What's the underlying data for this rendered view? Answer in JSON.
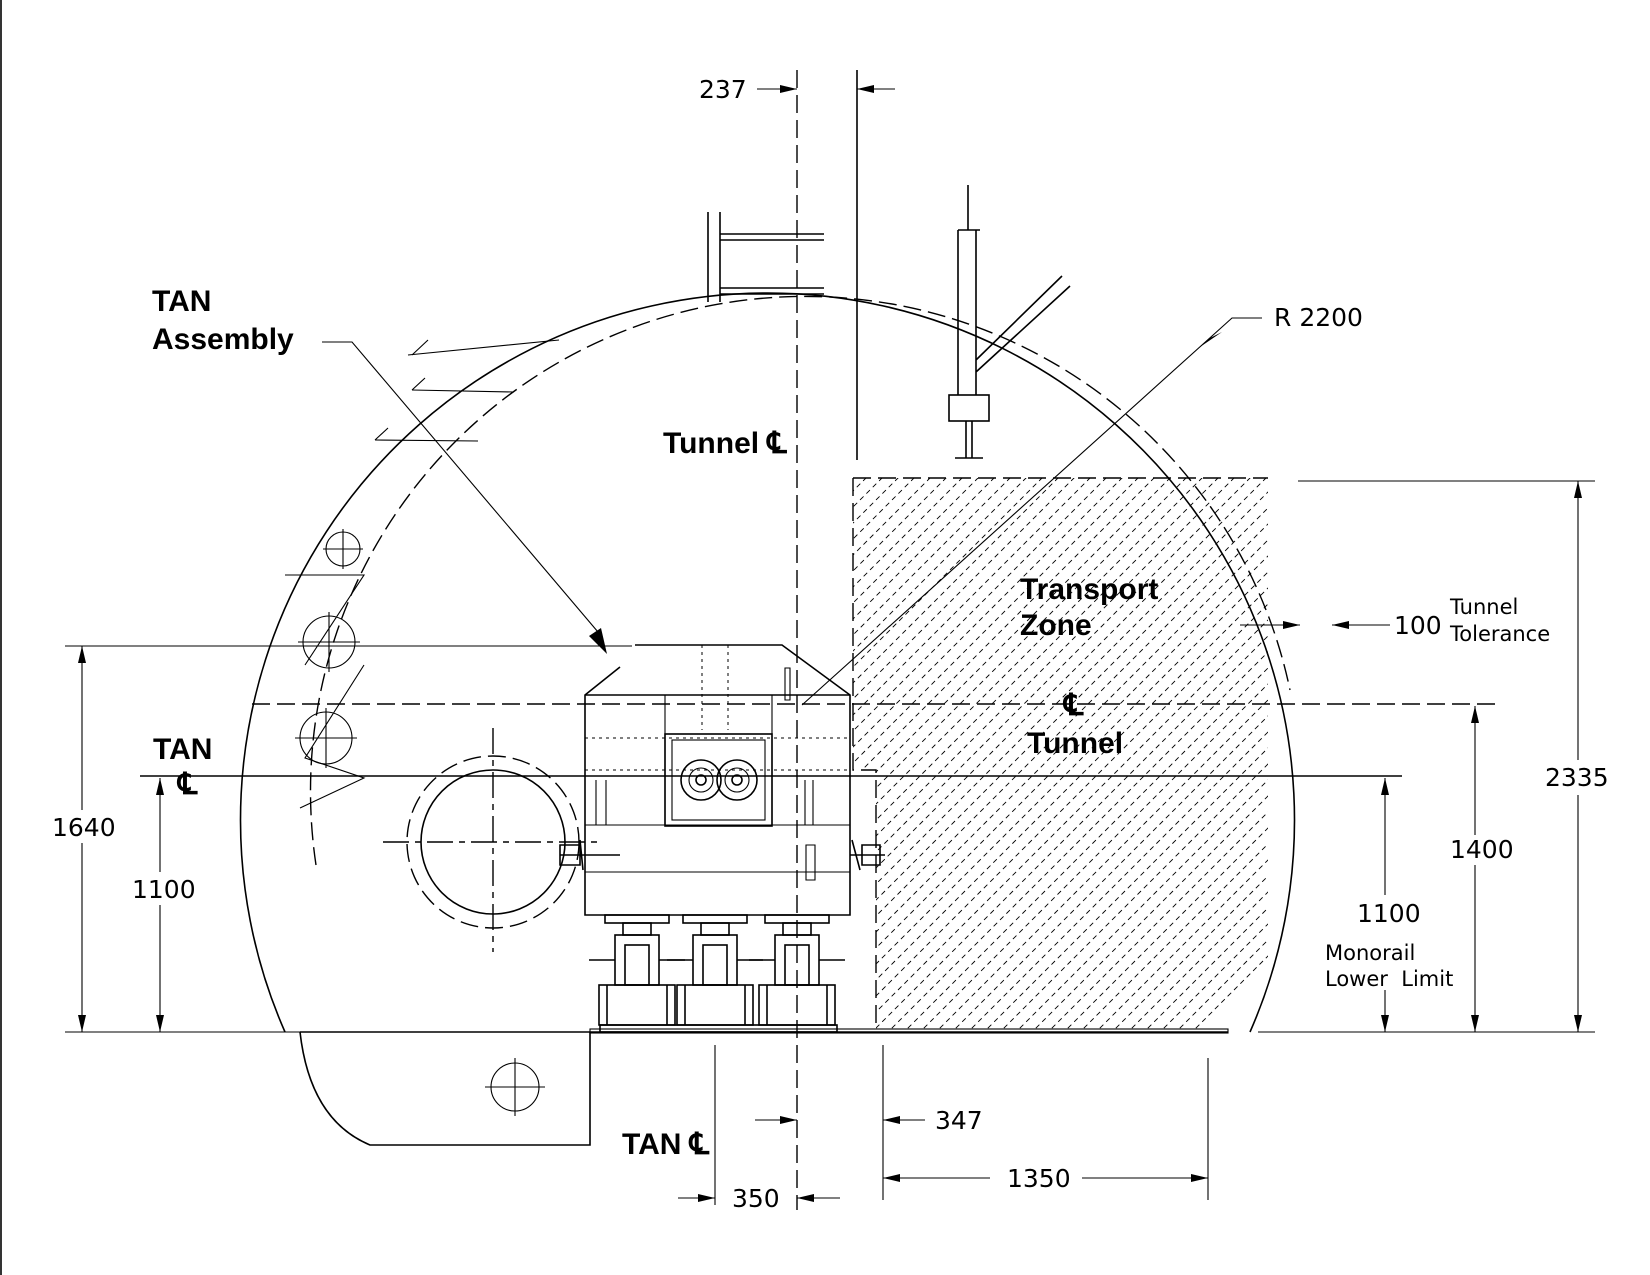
{
  "labels": {
    "tan_assembly_line1": "TAN",
    "tan_assembly_line2": "Assembly",
    "tunnel_cl": "Tunnel ℄",
    "radius": "R 2200",
    "transport_zone_line1": "Transport",
    "transport_zone_line2": "Zone",
    "cl_tunnel_symbol": "℄",
    "cl_tunnel_word": "Tunnel",
    "tan_cl_side_line1": "TAN",
    "tan_cl_side_line2": "℄",
    "tan_cl_bottom": "TAN ℄",
    "tunnel_tolerance_line1": "Tunnel",
    "tunnel_tolerance_line2": "Tolerance",
    "monorail_line1": "Monorail",
    "monorail_line2": "Lower  Limit"
  },
  "dimensions": {
    "top_offset": "237",
    "tolerance": "100",
    "height_total": "2335",
    "height_tunnel_cl": "1400",
    "height_monorail": "1100",
    "height_tan_top": "1640",
    "height_tan_cl": "1100",
    "offset_347": "347",
    "offset_350": "350",
    "width_1350": "1350"
  }
}
